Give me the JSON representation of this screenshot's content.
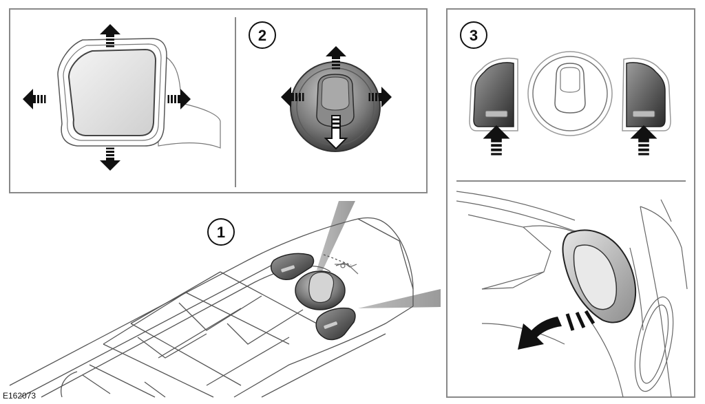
{
  "callouts": {
    "one": "1",
    "two": "2",
    "three": "3"
  },
  "reference_code": "E162073",
  "icons": {
    "arrow": "block-arrow-icon",
    "fold_arrow": "curved-fold-arrow-icon"
  },
  "colors": {
    "frame": "#888888",
    "outline": "#333333",
    "arrow_fill": "#111111",
    "light_grey": "#d9d9d9",
    "mid_grey": "#9a9a9a",
    "dark_grey": "#444444"
  }
}
